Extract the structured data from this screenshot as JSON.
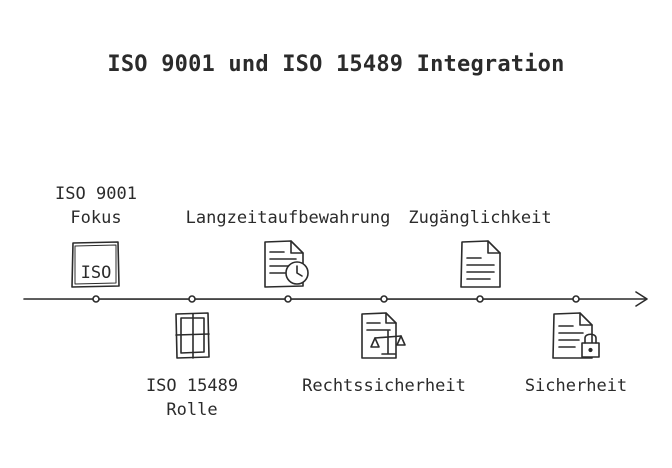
{
  "title": "ISO 9001 und ISO 15489 Integration",
  "milestones": [
    {
      "label_lines": [
        "ISO 9001",
        "Fokus"
      ],
      "icon": "iso-document-icon",
      "icon_text": "ISO"
    },
    {
      "label_lines": [
        "ISO 15489",
        "Rolle"
      ],
      "icon": "book-icon"
    },
    {
      "label_lines": [
        "Langzeitaufbewahrung"
      ],
      "icon": "document-clock-icon"
    },
    {
      "label_lines": [
        "Rechtssicherheit"
      ],
      "icon": "document-scales-icon"
    },
    {
      "label_lines": [
        "Zugänglichkeit"
      ],
      "icon": "document-icon"
    },
    {
      "label_lines": [
        "Sicherheit"
      ],
      "icon": "document-lock-icon"
    }
  ],
  "colors": {
    "stroke": "#2b2b2b",
    "background": "#ffffff"
  }
}
